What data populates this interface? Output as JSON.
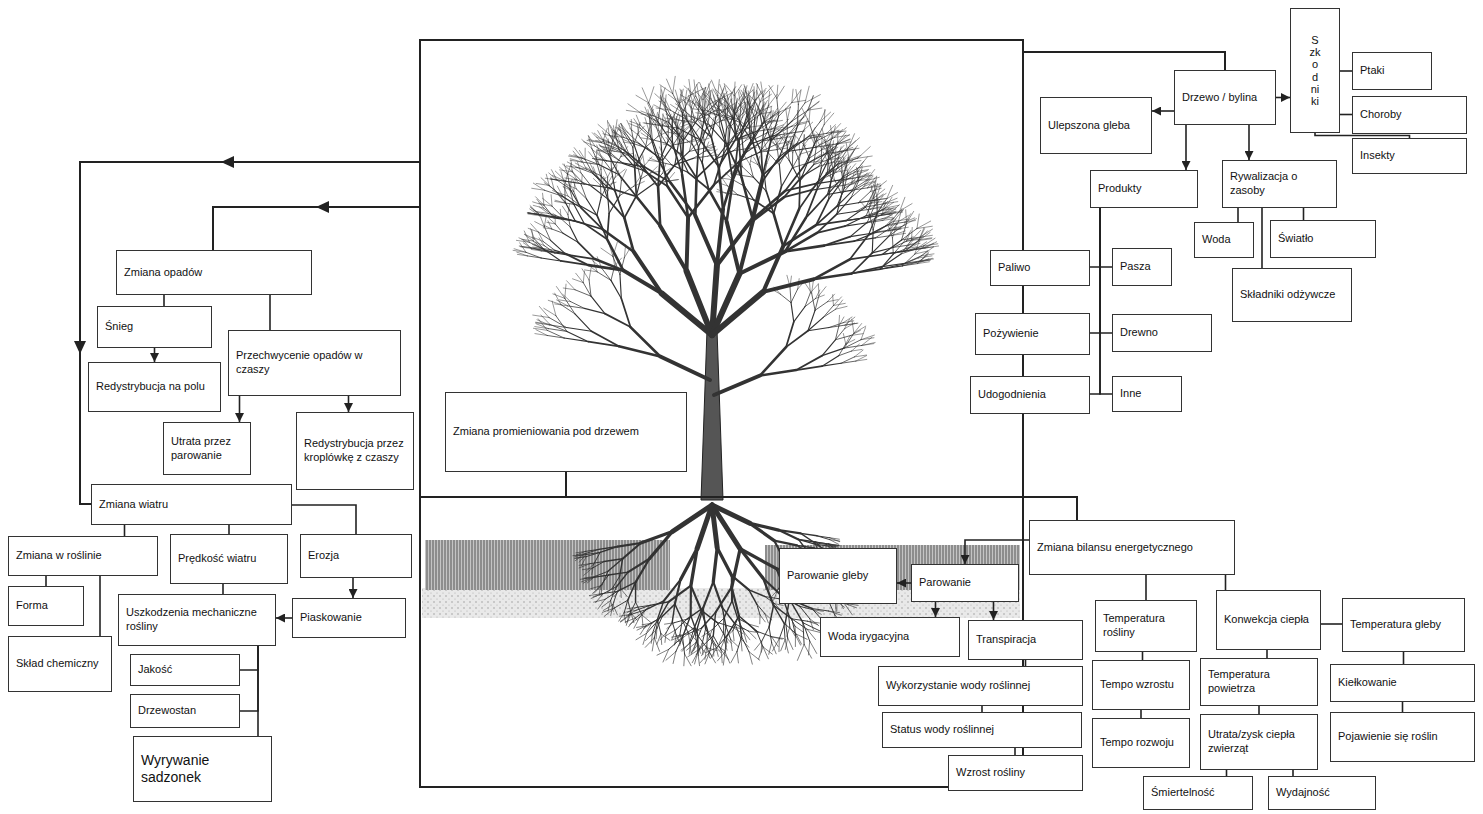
{
  "diagram": {
    "nodes": [
      {
        "text": [
          "Zmiana opadów"
        ]
      },
      {
        "text": [
          "Śnieg"
        ]
      },
      {
        "text": [
          "Przechwycenie opadów w czaszy"
        ]
      },
      {
        "text": [
          "Redystrybucja na polu"
        ]
      },
      {
        "text": [
          "Utrata przez parowanie"
        ]
      },
      {
        "text": [
          "Redystrybucja przez kroplówkę z czaszy"
        ]
      },
      {
        "text": [
          "Zmiana wiatru"
        ]
      },
      {
        "text": [
          "Zmiana w roślinie"
        ]
      },
      {
        "text": [
          "Prędkość wiatru"
        ]
      },
      {
        "text": [
          "Erozja"
        ]
      },
      {
        "text": [
          "Forma"
        ]
      },
      {
        "text": [
          "Uszkodzenia mechaniczne rośliny"
        ]
      },
      {
        "text": [
          "Piaskowanie"
        ]
      },
      {
        "text": [
          "Skład chemiczny"
        ]
      },
      {
        "text": [
          "Jakość"
        ]
      },
      {
        "text": [
          "Drzewostan"
        ]
      },
      {
        "text": [
          "Wyrywanie sadzonek"
        ]
      },
      {
        "text": [
          "Zmiana promieniowania pod drzewem"
        ]
      },
      {
        "text": [
          "Drzewo / bylina"
        ]
      },
      {
        "text": [
          "Szkodniki"
        ]
      },
      {
        "text": [
          "Ptaki"
        ]
      },
      {
        "text": [
          "Choroby"
        ]
      },
      {
        "text": [
          "Insekty"
        ]
      },
      {
        "text": [
          "Ulepszona gleba"
        ]
      },
      {
        "text": [
          "Produkty"
        ]
      },
      {
        "text": [
          "Rywalizacja o zasoby"
        ]
      },
      {
        "text": [
          "Woda"
        ]
      },
      {
        "text": [
          "Światło"
        ]
      },
      {
        "text": [
          "Składniki odżywcze"
        ]
      },
      {
        "text": [
          "Paliwo"
        ]
      },
      {
        "text": [
          "Pasza"
        ]
      },
      {
        "text": [
          "Pożywienie"
        ]
      },
      {
        "text": [
          "Drewno"
        ]
      },
      {
        "text": [
          "Udogodnienia"
        ]
      },
      {
        "text": [
          "Inne"
        ]
      },
      {
        "text": [
          "Zmiana bilansu energetycznego"
        ]
      },
      {
        "text": [
          "Parowanie gleby"
        ]
      },
      {
        "text": [
          "Parowanie"
        ]
      },
      {
        "text": [
          "Woda irygacyjna"
        ]
      },
      {
        "text": [
          "Transpiracja"
        ]
      },
      {
        "text": [
          "Wykorzystanie wody roślinnej"
        ]
      },
      {
        "text": [
          "Status wody roślinnej"
        ]
      },
      {
        "text": [
          "Wzrost rośliny"
        ]
      },
      {
        "text": [
          "Temperatura rośliny"
        ]
      },
      {
        "text": [
          "Konwekcja ciepła"
        ]
      },
      {
        "text": [
          "Temperatura gleby"
        ]
      },
      {
        "text": [
          "Tempo wzrostu"
        ]
      },
      {
        "text": [
          "Temperatura powietrza"
        ]
      },
      {
        "text": [
          "Kiełkowanie"
        ]
      },
      {
        "text": [
          "Tempo rozwoju"
        ]
      },
      {
        "text": [
          "Utrata/zysk ciepła zwierząt"
        ]
      },
      {
        "text": [
          "Pojawienie się roślin"
        ]
      },
      {
        "text": [
          "Śmiertelność"
        ]
      },
      {
        "text": [
          "Wydajność"
        ]
      }
    ],
    "edges": [
      {
        "from": 0,
        "to": 1,
        "arrow": "none"
      },
      {
        "from": 1,
        "to": 3,
        "arrow": "to"
      },
      {
        "from": 0,
        "to": 2,
        "arrow": "none"
      },
      {
        "from": 2,
        "to": 4,
        "arrow": "to"
      },
      {
        "from": 2,
        "to": 5,
        "arrow": "to"
      },
      {
        "from": 6,
        "to": 7,
        "arrow": "none"
      },
      {
        "from": 6,
        "to": 8,
        "arrow": "none"
      },
      {
        "from": 6,
        "to": 9,
        "arrow": "none"
      },
      {
        "from": 7,
        "to": 10,
        "arrow": "none"
      },
      {
        "from": 7,
        "to": 13,
        "arrow": "none"
      },
      {
        "from": 8,
        "to": 11,
        "arrow": "none"
      },
      {
        "from": 9,
        "to": 12,
        "arrow": "to"
      },
      {
        "from": 12,
        "to": 11,
        "arrow": "to"
      },
      {
        "from": 11,
        "to": 14,
        "arrow": "none"
      },
      {
        "from": 11,
        "to": 15,
        "arrow": "none"
      },
      {
        "from": 11,
        "to": 16,
        "arrow": "none"
      },
      {
        "from": 18,
        "to": 23,
        "arrow": "to"
      },
      {
        "from": 18,
        "to": 19,
        "arrow": "to"
      },
      {
        "from": 18,
        "to": 24,
        "arrow": "to"
      },
      {
        "from": 18,
        "to": 25,
        "arrow": "to"
      },
      {
        "from": 19,
        "to": 20,
        "arrow": "none"
      },
      {
        "from": 19,
        "to": 21,
        "arrow": "none"
      },
      {
        "from": 19,
        "to": 22,
        "arrow": "none"
      },
      {
        "from": 24,
        "to": 29,
        "arrow": "none"
      },
      {
        "from": 24,
        "to": 30,
        "arrow": "none"
      },
      {
        "from": 24,
        "to": 31,
        "arrow": "none"
      },
      {
        "from": 24,
        "to": 32,
        "arrow": "none"
      },
      {
        "from": 24,
        "to": 33,
        "arrow": "none"
      },
      {
        "from": 24,
        "to": 34,
        "arrow": "none"
      },
      {
        "from": 25,
        "to": 26,
        "arrow": "none"
      },
      {
        "from": 25,
        "to": 27,
        "arrow": "none"
      },
      {
        "from": 25,
        "to": 28,
        "arrow": "none"
      },
      {
        "from": 35,
        "to": 37,
        "arrow": "to"
      },
      {
        "from": 37,
        "to": 36,
        "arrow": "to"
      },
      {
        "from": 37,
        "to": 38,
        "arrow": "to"
      },
      {
        "from": 37,
        "to": 39,
        "arrow": "to"
      },
      {
        "from": 39,
        "to": 40,
        "arrow": "none"
      },
      {
        "from": 40,
        "to": 41,
        "arrow": "none"
      },
      {
        "from": 41,
        "to": 42,
        "arrow": "none"
      },
      {
        "from": 35,
        "to": 43,
        "arrow": "none"
      },
      {
        "from": 35,
        "to": 44,
        "arrow": "none"
      },
      {
        "from": 44,
        "to": 45,
        "arrow": "none"
      },
      {
        "from": 44,
        "to": 47,
        "arrow": "none"
      },
      {
        "from": 45,
        "to": 48,
        "arrow": "none"
      },
      {
        "from": 48,
        "to": 51,
        "arrow": "none"
      },
      {
        "from": 43,
        "to": 46,
        "arrow": "none"
      },
      {
        "from": 46,
        "to": 49,
        "arrow": "none"
      },
      {
        "from": 47,
        "to": 50,
        "arrow": "none"
      },
      {
        "from": 50,
        "to": 52,
        "arrow": "none"
      },
      {
        "from": 50,
        "to": 53,
        "arrow": "none"
      }
    ]
  }
}
